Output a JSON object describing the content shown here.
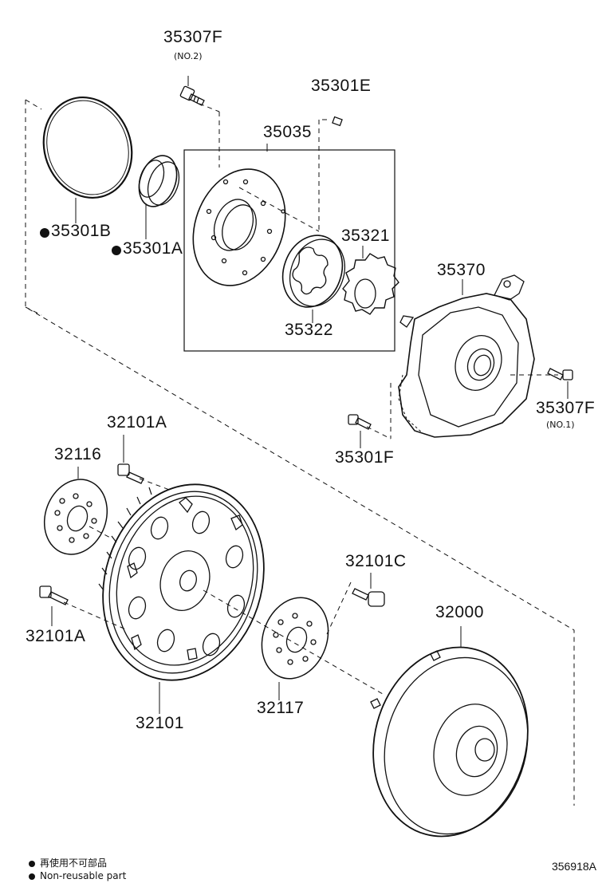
{
  "parts": {
    "p35307F_top": "35307F",
    "p35307F_top_note": "(NO.2)",
    "p35301E": "35301E",
    "p35035": "35035",
    "p35301B": "35301B",
    "p35301A": "35301A",
    "p35321": "35321",
    "p35322": "35322",
    "p35370": "35370",
    "p35307F_right": "35307F",
    "p35307F_right_note": "(NO.1)",
    "p35301F": "35301F",
    "p32101A_top": "32101A",
    "p32116": "32116",
    "p32101C": "32101C",
    "p32000": "32000",
    "p32101A_left": "32101A",
    "p32117": "32117",
    "p32101": "32101"
  },
  "legend": {
    "line1": "再使用不可部品",
    "line2": "Non-reusable part"
  },
  "diagram_code": "356918A"
}
